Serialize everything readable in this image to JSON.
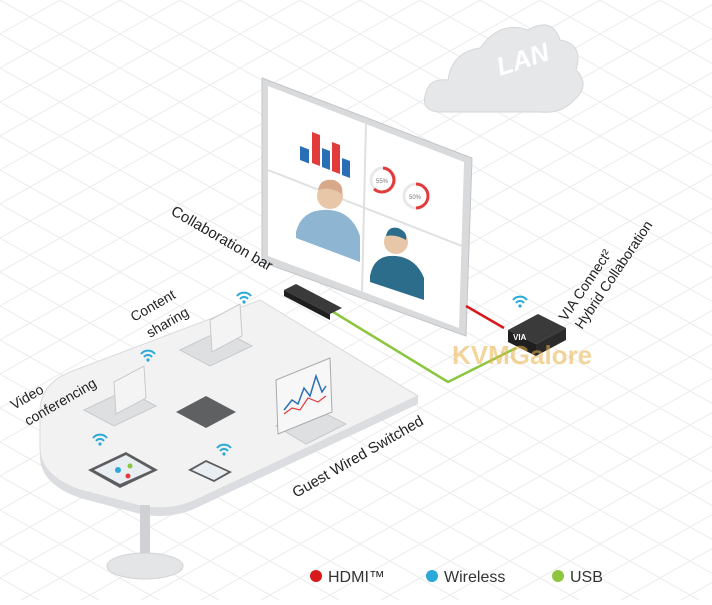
{
  "cloud": {
    "label": "LAN"
  },
  "labels": {
    "collaboration_bar": "Collaboration bar",
    "content_sharing_line1": "Content",
    "content_sharing_line2": "sharing",
    "video_conf_line1": "Video",
    "video_conf_line2": "conferencing",
    "via_line1": "VIA Connect²",
    "via_line2": "Hybrid Collaboration",
    "guest": "Guest Wired Switched",
    "via_device_brand": "VIA",
    "watermark": "KVMGalore"
  },
  "screen": {
    "gauge_left": "55%",
    "gauge_right": "50%"
  },
  "legend": [
    {
      "label": "HDMI™",
      "color": "#d7191c"
    },
    {
      "label": "Wireless",
      "color": "#2aa8d8"
    },
    {
      "label": "USB",
      "color": "#8cc63f"
    }
  ],
  "colors": {
    "hdmi": "#d7191c",
    "wireless": "#2aa8d8",
    "usb": "#8cc63f",
    "bar_blue": "#2a6fb5",
    "bar_red": "#e23b3b"
  }
}
